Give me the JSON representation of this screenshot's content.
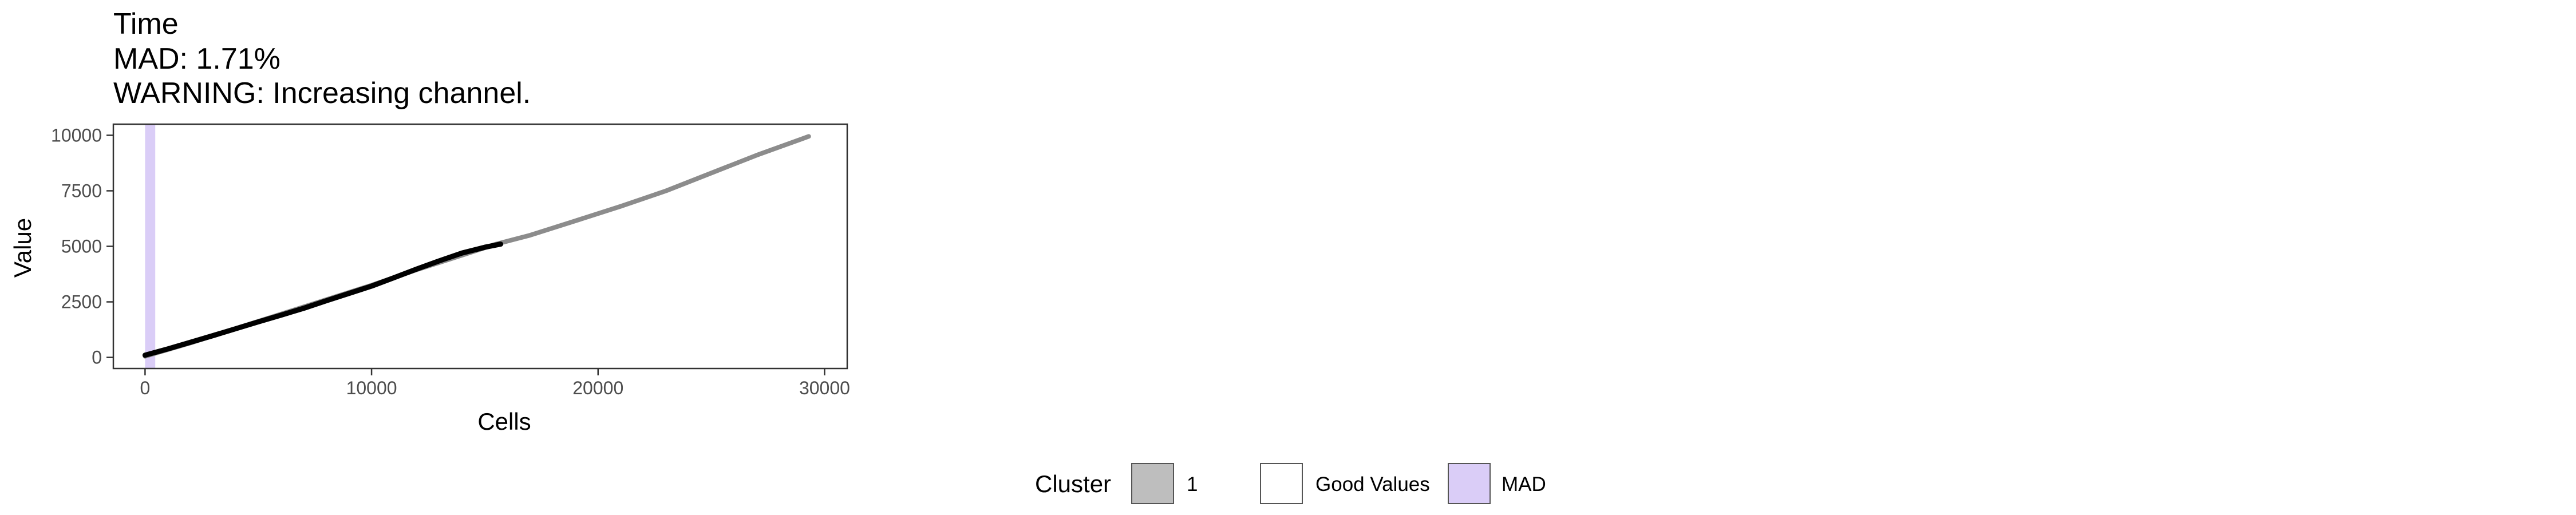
{
  "chart_data": {
    "type": "line",
    "title": [
      "Time",
      "MAD: 1.71%",
      "WARNING: Increasing channel."
    ],
    "xlabel": "Cells",
    "ylabel": "Value",
    "xlim": [
      -1400,
      31000
    ],
    "ylim": [
      -500,
      10500
    ],
    "x_ticks": [
      0,
      10000,
      20000,
      30000
    ],
    "x_tick_labels": [
      "0",
      "10000",
      "20000",
      "30000"
    ],
    "y_ticks": [
      0,
      2500,
      5000,
      7500,
      10000
    ],
    "y_tick_labels": [
      "0",
      "2500",
      "5000",
      "7500",
      "10000"
    ],
    "grid": false,
    "mad_band": {
      "x": [
        0,
        450
      ],
      "color": "#dacdf7"
    },
    "series": [
      {
        "color": "#8c8c8c",
        "x": [
          0,
          2000,
          4000,
          6000,
          8000,
          10000,
          12000,
          14000,
          15500,
          17000,
          19000,
          21000,
          23000,
          25000,
          27000,
          29300
        ],
        "y": [
          50,
          650,
          1300,
          1950,
          2600,
          3250,
          3950,
          4600,
          5100,
          5500,
          6150,
          6800,
          7500,
          8300,
          9100,
          9950
        ]
      },
      {
        "color": "#000000",
        "x": [
          0,
          1000,
          2000,
          3000,
          4000,
          5000,
          6000,
          7000,
          8000,
          9000,
          10000,
          11000,
          12000,
          13000,
          14000,
          15000,
          15700
        ],
        "y": [
          100,
          380,
          680,
          980,
          1290,
          1600,
          1900,
          2210,
          2550,
          2880,
          3210,
          3590,
          3980,
          4350,
          4700,
          4960,
          5100
        ]
      }
    ],
    "legend": {
      "placement": "bottom",
      "title": "Cluster",
      "items": [
        {
          "label": "1",
          "fill": "#bebebe"
        },
        {
          "label": "Good Values",
          "fill": "#ffffff"
        },
        {
          "label": "MAD",
          "fill": "#dacdf7"
        }
      ]
    }
  }
}
